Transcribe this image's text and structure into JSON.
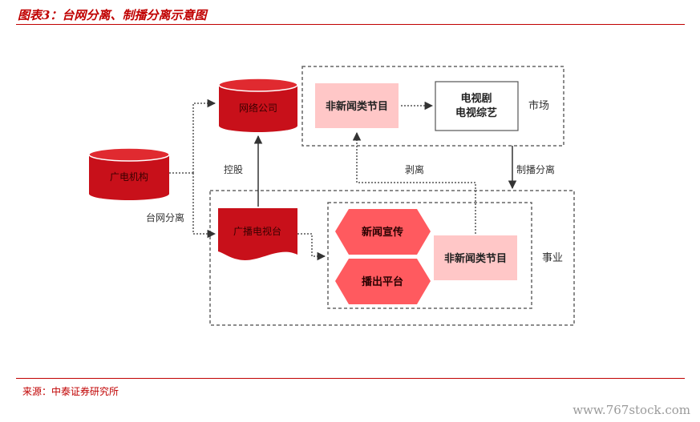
{
  "title": "图表3：台网分离、制播分离示意图",
  "source": "来源：中泰证券研究所",
  "watermark": "www.767stock.com",
  "nodes": {
    "broadcast_org": "广电机构",
    "network_company": "网络公司",
    "broadcast_station": "广播电视台",
    "non_news_market": "非新闻类节目",
    "tv_variety": [
      "电视剧",
      "电视综艺"
    ],
    "news_promo": "新闻宣传",
    "broadcast_platform": "播出平台",
    "non_news_public": "非新闻类节目"
  },
  "labels": {
    "market": "市场",
    "public_sector": "事业",
    "holding": "控股",
    "split": "剥离",
    "production_broadcast_separation": "制播分离",
    "network_separation": "台网分离"
  },
  "colors": {
    "red": "#c8101a",
    "light_red": "#ff5a5f",
    "pink": "#ffc7c7",
    "accent": "#c00000"
  }
}
